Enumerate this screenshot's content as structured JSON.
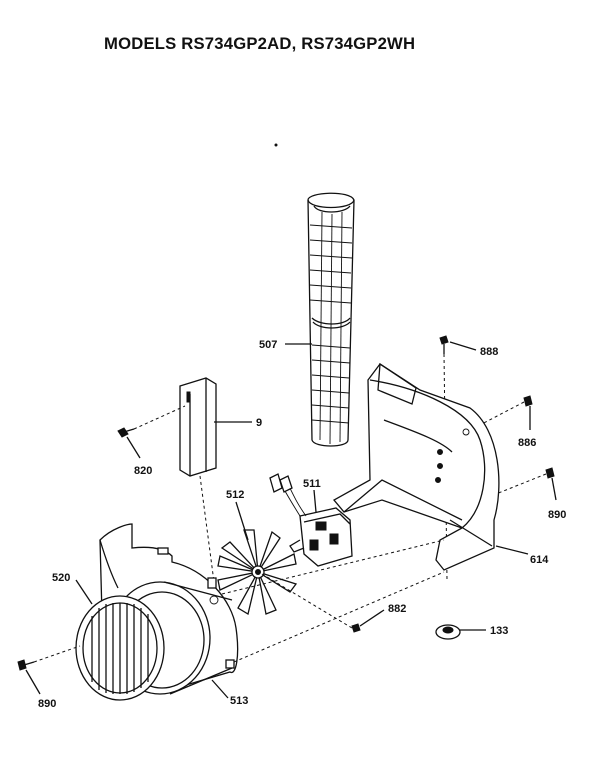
{
  "title": "MODELS RS734GP2AD, RS734GP2WH",
  "parts": {
    "p507": "507",
    "p888": "888",
    "p9": "9",
    "p886": "886",
    "p820": "820",
    "p511": "511",
    "p512": "512",
    "p890a": "890",
    "p520": "520",
    "p614": "614",
    "p882": "882",
    "p133": "133",
    "p890b": "890",
    "p513": "513"
  }
}
